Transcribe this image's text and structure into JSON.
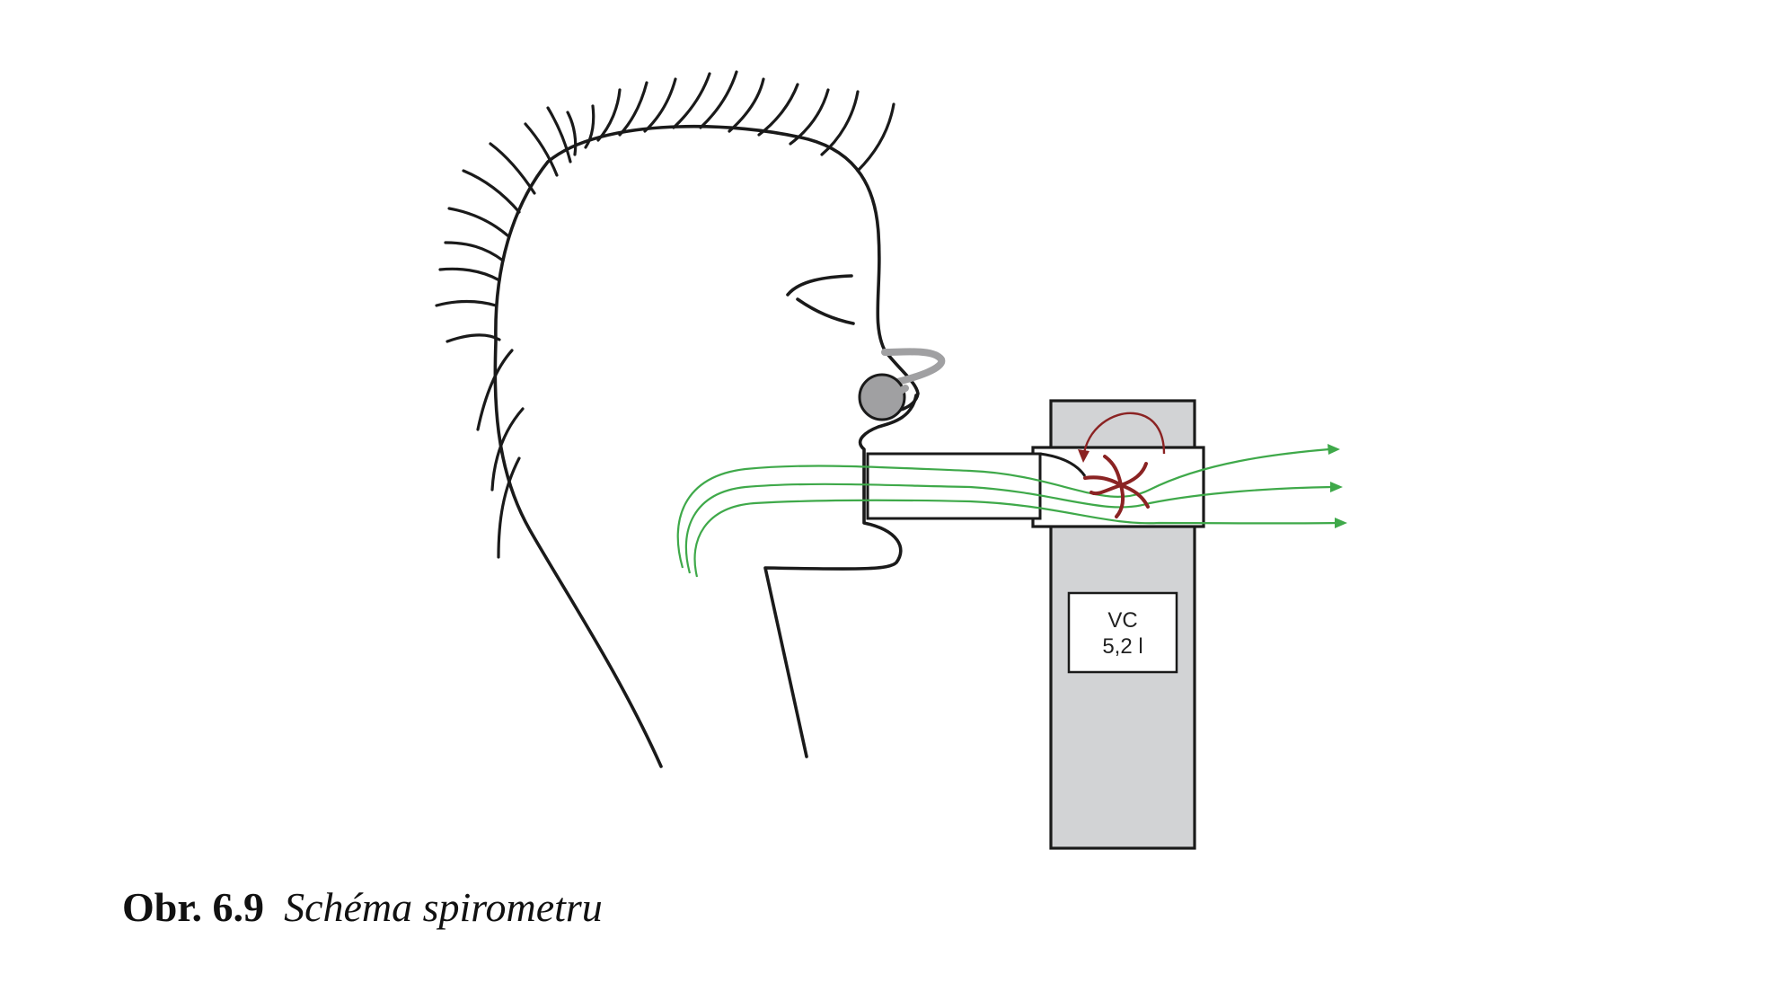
{
  "display": {
    "line1": "VC",
    "line2": "5,2 l"
  },
  "caption": {
    "number": "Obr. 6.9",
    "title": "Schéma spirometru"
  },
  "colors": {
    "outline": "#1a1a1a",
    "device_fill": "#d2d3d5",
    "airflow": "#3fa94a",
    "turbine": "#8b2323",
    "nose_clip": "#a0a0a2"
  },
  "icons": {
    "turbine": "turbine-icon",
    "rotation": "rotation-arrow-icon"
  }
}
